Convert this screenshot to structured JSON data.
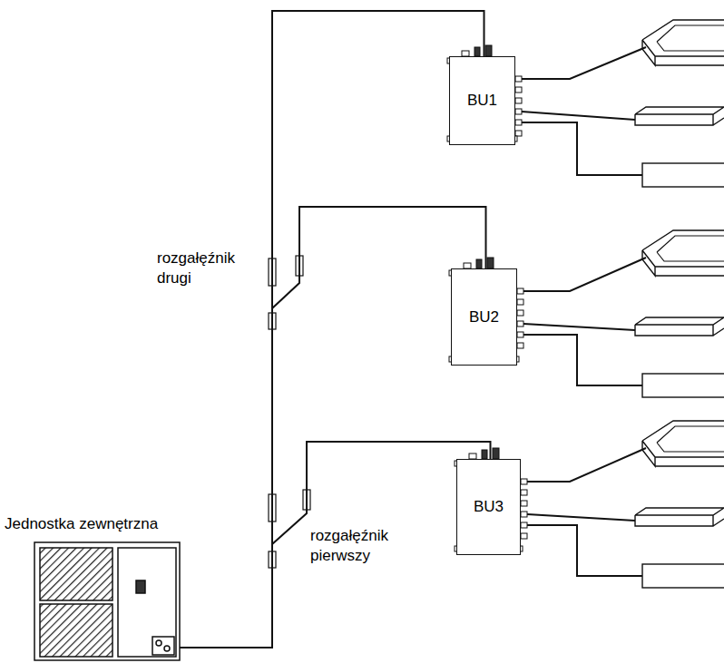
{
  "diagram": {
    "nodes": [
      {
        "text": [
          "Jednostka zewnętrzna"
        ]
      },
      {
        "text": [
          "BU1"
        ]
      },
      {
        "text": [
          "BU2"
        ]
      },
      {
        "text": [
          "BU3"
        ]
      }
    ],
    "edges": [
      {
        "from": 0,
        "to": 1,
        "arrow": "none"
      },
      {
        "from": 0,
        "to": 2,
        "arrow": "none"
      },
      {
        "from": 0,
        "to": 3,
        "arrow": "none"
      }
    ],
    "labels": [
      "rozgałęźnik drugi",
      "rozgałęźnik pierwszy"
    ]
  }
}
